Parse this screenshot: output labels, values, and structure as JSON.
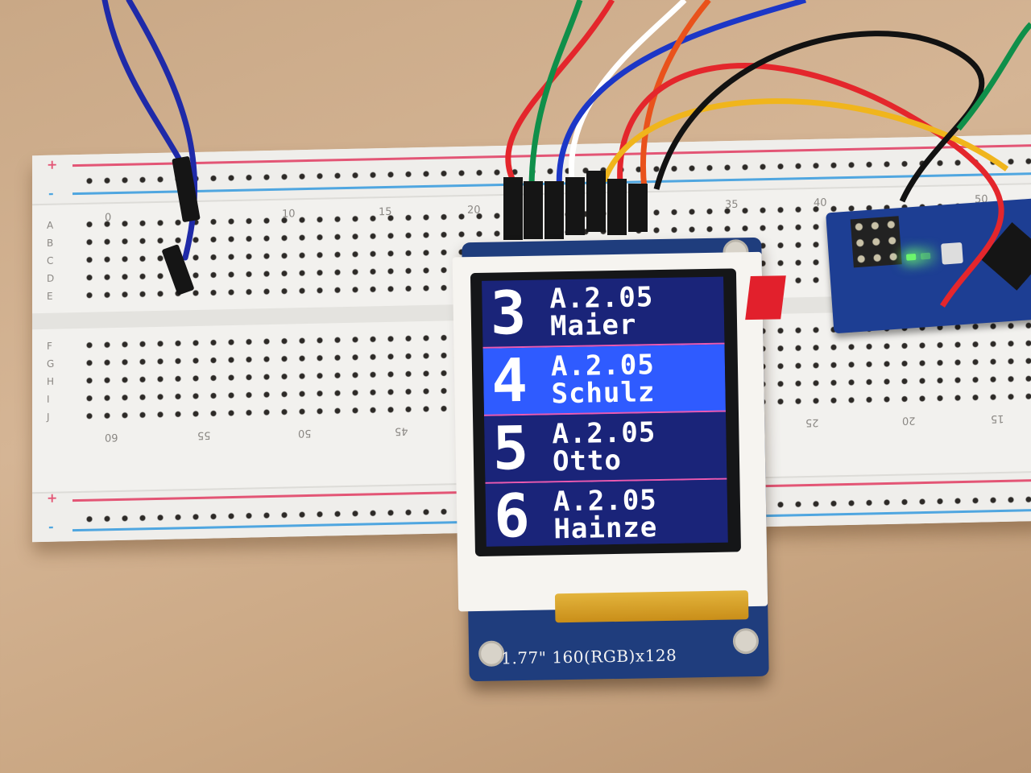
{
  "breadboard": {
    "rows_top": [
      "A",
      "B",
      "C",
      "D",
      "E"
    ],
    "rows_bottom": [
      "F",
      "G",
      "H",
      "I",
      "J"
    ],
    "col_numbers_top": [
      "0",
      "5",
      "10",
      "15",
      "20",
      "35",
      "40",
      "50"
    ],
    "col_numbers_bottom": [
      "60",
      "55",
      "50",
      "45",
      "25",
      "20",
      "15"
    ],
    "rail_plus": "+",
    "rail_minus": "-"
  },
  "display": {
    "rows": [
      {
        "number": "3",
        "room": "A.2.05",
        "name": "Maier",
        "selected": false
      },
      {
        "number": "4",
        "room": "A.2.05",
        "name": "Schulz",
        "selected": true
      },
      {
        "number": "5",
        "room": "A.2.05",
        "name": "Otto",
        "selected": false
      },
      {
        "number": "6",
        "room": "A.2.05",
        "name": "Hainze",
        "selected": false
      }
    ],
    "pcb_label": "1.77\" 160(RGB)x128",
    "colors": {
      "row_bg": "#1a2479",
      "selected_bg": "#2f5bff",
      "separator": "#ec5ab0",
      "text": "#ffffff"
    }
  },
  "wires": {
    "colors": [
      "#1f2aa8",
      "#1f2aa8",
      "#e4262c",
      "#0f8f4a",
      "#ffffff",
      "#1c37c7",
      "#e9521b",
      "#e4262c",
      "#f0b51c",
      "#121212"
    ]
  }
}
